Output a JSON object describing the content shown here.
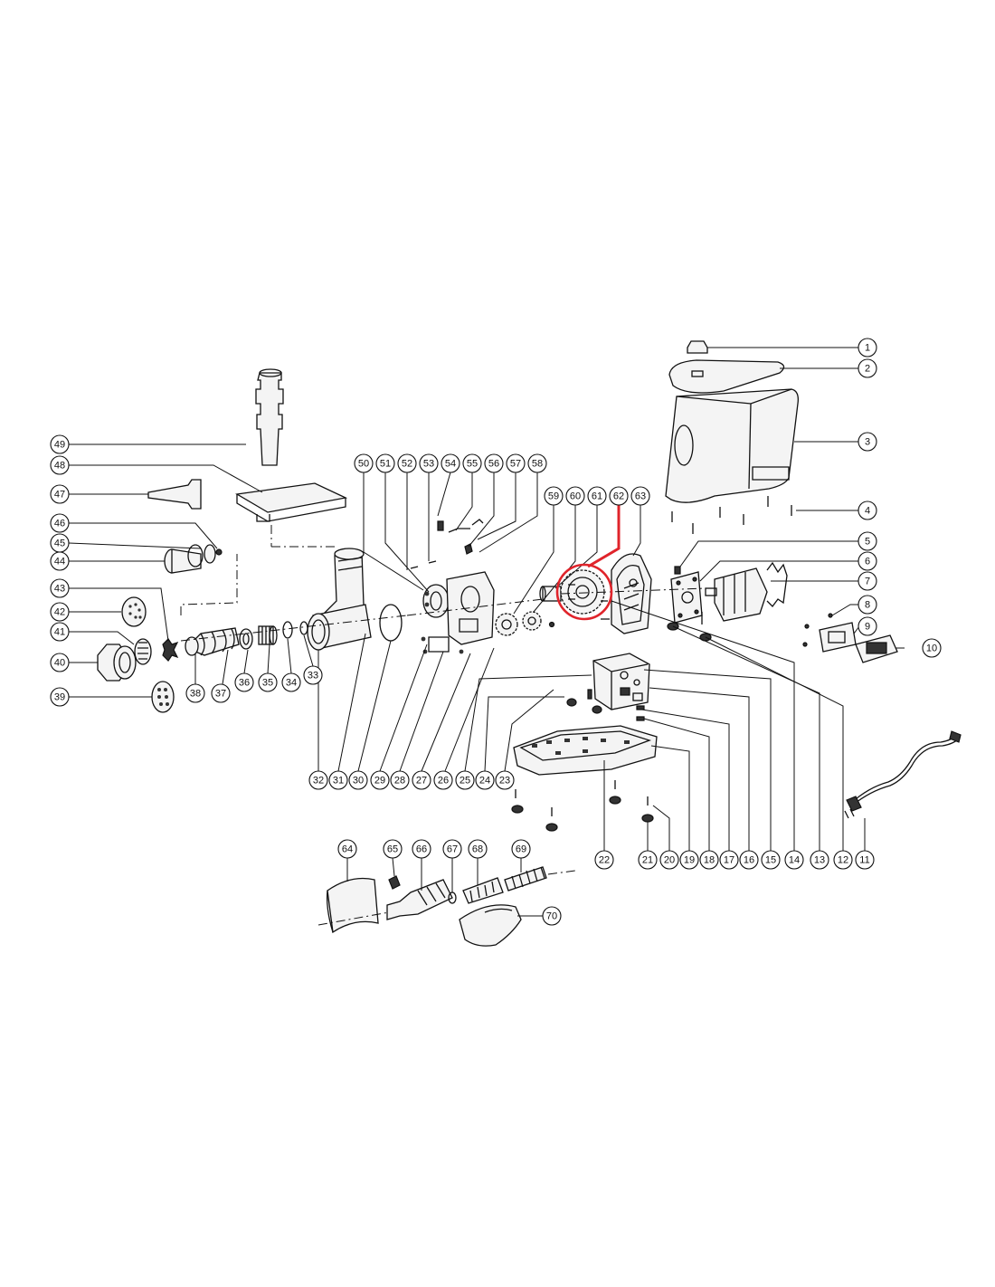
{
  "diagram": {
    "labels": [
      "1",
      "2",
      "3",
      "4",
      "5",
      "6",
      "7",
      "8",
      "9",
      "10",
      "11",
      "12",
      "13",
      "14",
      "15",
      "16",
      "17",
      "18",
      "19",
      "20",
      "21",
      "22",
      "23",
      "24",
      "25",
      "26",
      "27",
      "28",
      "29",
      "30",
      "31",
      "32",
      "33",
      "34",
      "35",
      "36",
      "37",
      "38",
      "39",
      "40",
      "41",
      "42",
      "43",
      "44",
      "45",
      "46",
      "47",
      "48",
      "49",
      "50",
      "51",
      "52",
      "53",
      "54",
      "55",
      "56",
      "57",
      "58",
      "59",
      "60",
      "61",
      "62",
      "63",
      "64",
      "65",
      "66",
      "67",
      "68",
      "69",
      "70"
    ],
    "highlighted_label": "62",
    "highlight_color": "#e0242b",
    "line_color": "#111111"
  }
}
